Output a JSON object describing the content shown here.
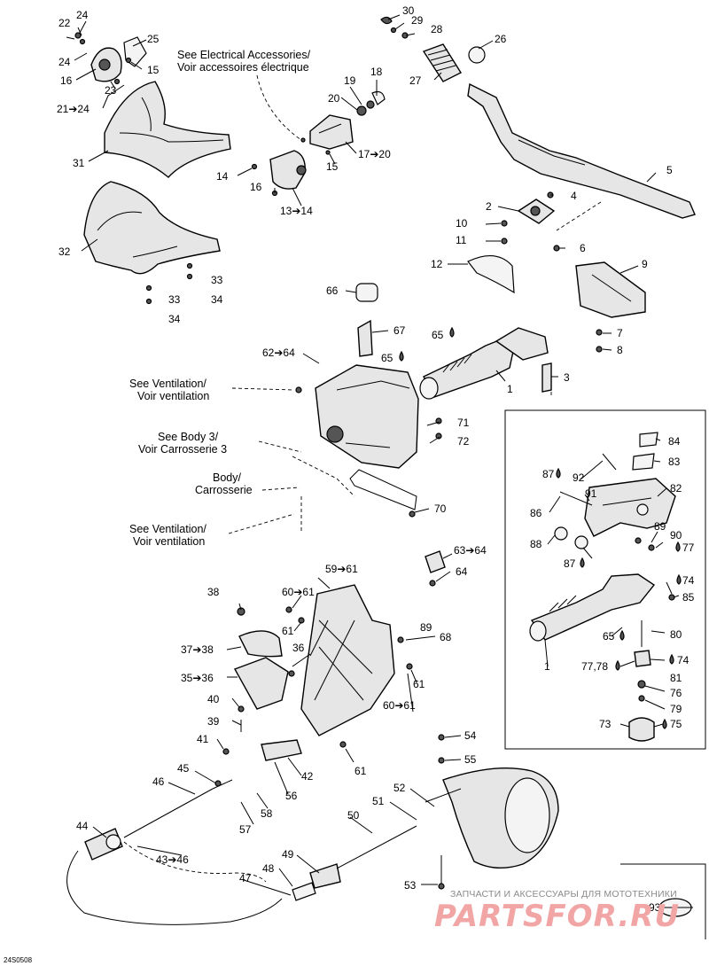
{
  "references": {
    "electrical": [
      "See Electrical Accessories/",
      "Voir accessoires électrique"
    ],
    "ventilation_top": [
      "See Ventilation/",
      "Voir ventilation"
    ],
    "body3": [
      "See Body 3/",
      "Voir Carrosserie 3"
    ],
    "body": [
      "Body/",
      "Carrosserie"
    ],
    "ventilation_bottom": [
      "See Ventilation/",
      "Voir ventilation"
    ]
  },
  "callouts": {
    "c1a": "1",
    "c1b": "1",
    "c2": "2",
    "c3": "3",
    "c4": "4",
    "c5": "5",
    "c6": "6",
    "c7": "7",
    "c8": "8",
    "c9": "9",
    "c10": "10",
    "c11": "11",
    "c12": "12",
    "c13": "13➔14",
    "c14": "14",
    "c15a": "15",
    "c15b": "15",
    "c16a": "16",
    "c16b": "16",
    "c17": "17➔20",
    "c18": "18",
    "c19": "19",
    "c20": "20",
    "c21": "21➔24",
    "c22": "22",
    "c23": "23",
    "c24a": "24",
    "c24b": "24",
    "c25": "25",
    "c26": "26",
    "c27": "27",
    "c28": "28",
    "c29": "29",
    "c30": "30",
    "c31": "31",
    "c32": "32",
    "c33a": "33",
    "c33b": "33",
    "c34a": "34",
    "c34b": "34",
    "c35": "35➔36",
    "c36": "36",
    "c37": "37➔38",
    "c38": "38",
    "c39": "39",
    "c40": "40",
    "c41": "41",
    "c42": "42",
    "c43": "43➔46",
    "c44": "44",
    "c45": "45",
    "c46": "46",
    "c47": "47",
    "c48": "48",
    "c49": "49",
    "c50": "50",
    "c51": "51",
    "c52": "52",
    "c53": "53",
    "c54": "54",
    "c55": "55",
    "c56": "56",
    "c57": "57",
    "c58": "58",
    "c59": "59➔61",
    "c60a": "60➔61",
    "c60b": "60➔61",
    "c61a": "61",
    "c61b": "61",
    "c61c": "61",
    "c62": "62➔64",
    "c63": "63➔64",
    "c64": "64",
    "c65a": "65",
    "c65b": "65",
    "c65c": "65",
    "c66": "66",
    "c67": "67",
    "c68": "68",
    "c70": "70",
    "c71": "71",
    "c72": "72",
    "c73": "73",
    "c74a": "74",
    "c74b": "74",
    "c75": "75",
    "c76": "76",
    "c77a": "77",
    "c77b": "77,78",
    "c79": "79",
    "c80": "80",
    "c81": "81",
    "c82": "82",
    "c83": "83",
    "c84": "84",
    "c85": "85",
    "c86": "86",
    "c87a": "87",
    "c87b": "87",
    "c88": "88",
    "c89a": "89",
    "c89b": "89",
    "c90": "90",
    "c91": "91",
    "c92": "92",
    "c93": "93"
  },
  "drawing_code": "24S0508",
  "watermark": {
    "subtitle": "ЗАПЧАСТИ И АКСЕССУАРЫ ДЛЯ МОТОТЕХНИКИ",
    "logo": "PARTSFOR.RU"
  }
}
